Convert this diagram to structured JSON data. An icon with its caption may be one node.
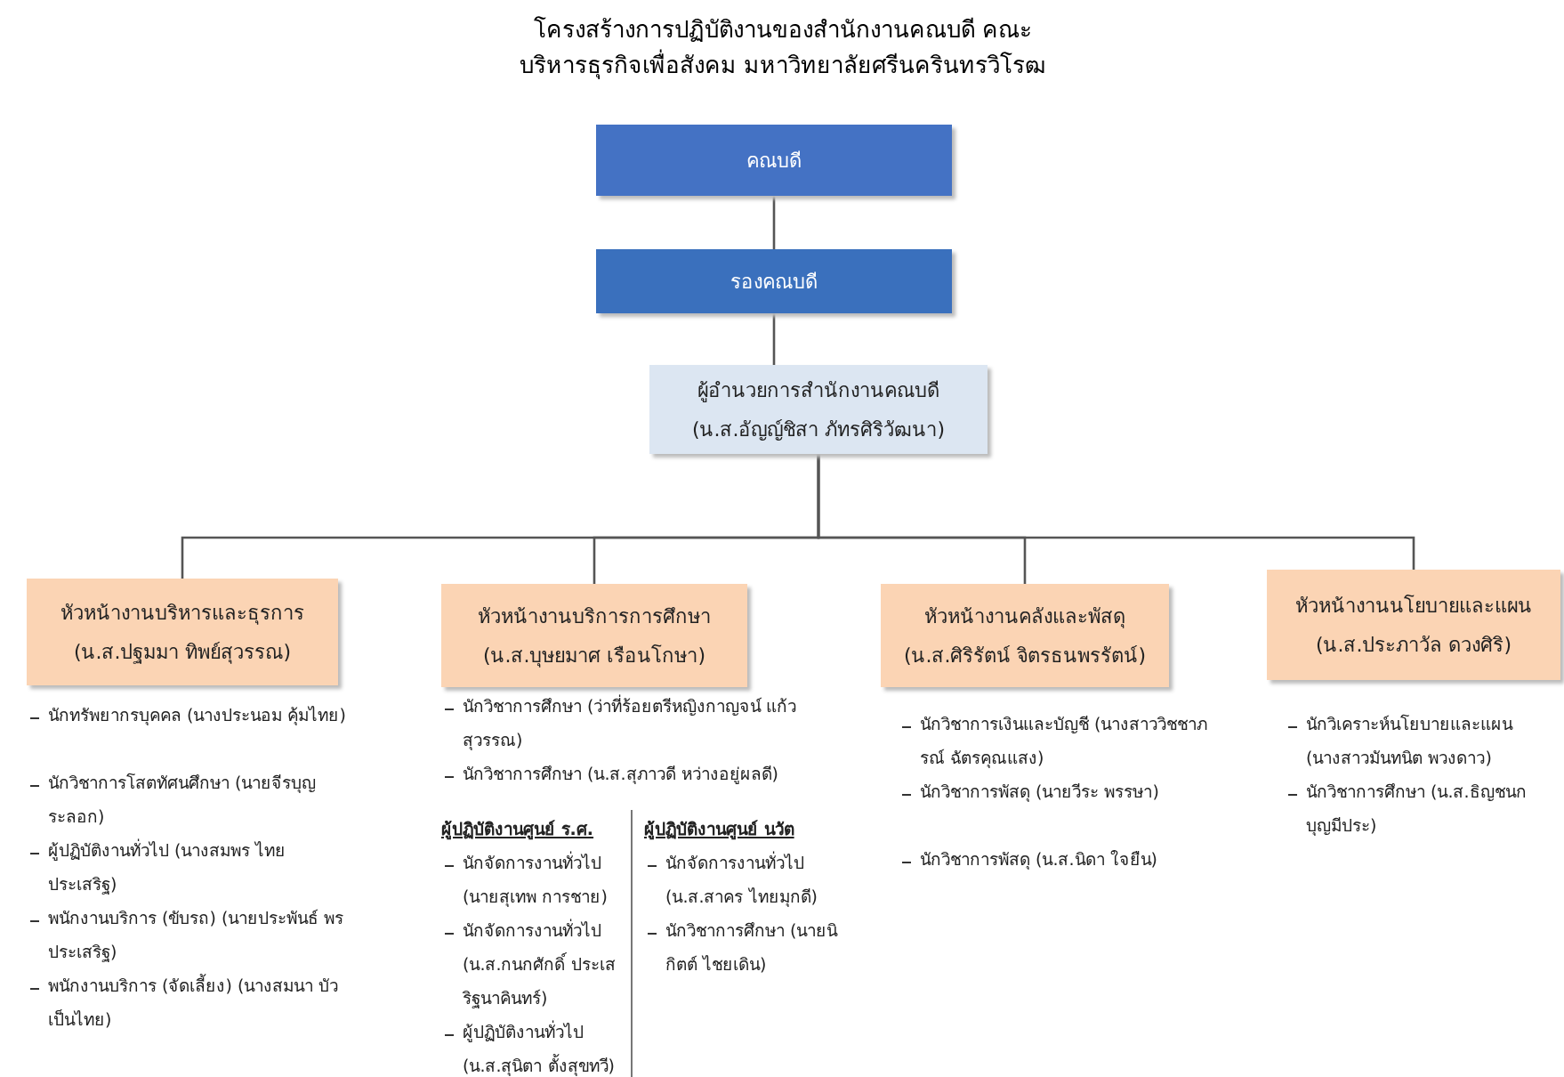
{
  "diagram": {
    "title": "โครงสร้างการปฏิบัติงานของสำนักงานคณบดี คณะบริหารธุรกิจเพื่อสังคม มหาวิทยาลัยศรีนครินทรวิโรฒ",
    "nodes": [
      {
        "text": [
          "คณบดี"
        ]
      },
      {
        "text": [
          "รองคณบดี"
        ]
      },
      {
        "text": [
          "ผู้อำนวยการสำนักงานคณบดี",
          "(น.ส.อัญญ์ชิสา ภัทรศิริวัฒนา)"
        ]
      },
      {
        "text": [
          "หัวหน้างานบริหารและธุรการ",
          "(น.ส.ปฐมมา ทิพย์สุวรรณ)"
        ]
      },
      {
        "text": [
          "หัวหน้างานบริการการศึกษา",
          "(น.ส.บุษยมาศ เรือนโกษา)"
        ]
      },
      {
        "text": [
          "หัวหน้างานคลังและพัสดุ",
          "(น.ส.ศิริรัตน์ จิตรธนพรรัตน์)"
        ]
      },
      {
        "text": [
          "หัวหน้างานนโยบายและแผน",
          "(น.ส.ประภาวัล ดวงศิริ)"
        ]
      }
    ],
    "edges": [
      {
        "from": 0,
        "to": 1,
        "arrow": "none"
      },
      {
        "from": 1,
        "to": 2,
        "arrow": "none"
      },
      {
        "from": 2,
        "to": 3,
        "arrow": "none"
      },
      {
        "from": 2,
        "to": 4,
        "arrow": "none"
      },
      {
        "from": 2,
        "to": 5,
        "arrow": "none"
      },
      {
        "from": 2,
        "to": 6,
        "arrow": "none"
      }
    ],
    "labels": [
      "นักทรัพยากรบุคคล (นางประนอม คุ้มไทย)",
      "นักวิชาการโสตทัศนศึกษา (นายจีรบุญ ระลอก)",
      "ผู้ปฏิบัติงานทั่วไป (นางสมพร ไทยประเสริฐ)",
      "พนักงานบริการ (ขับรถ) (นายประพันธ์ พรประเสริฐ)",
      "พนักงานบริการ (จัดเลี้ยง) (นางสมนา บัวเป็นไทย)",
      "นักวิชาการศึกษา (ว่าที่ร้อยตรีหญิงกาญจน์ แก้วสุวรรณ)",
      "นักวิชาการศึกษา (น.ส.สุภาวดี หว่างอยู่ผลดี)",
      "ผู้ปฏิบัติงานศูนย์ ร.ศ.",
      "นักจัดการงานทั่วไป (นายสุเทพ การชาย)",
      "นักจัดการงานทั่วไป (น.ส.กนกศักดิ์ ประเสริฐนาคินทร์)",
      "ผู้ปฏิบัติงานทั่วไป (น.ส.สุนิตา ตั้งสุขทวี)",
      "ผู้ปฏิบัติงานศูนย์ นวัต",
      "นักจัดการงานทั่วไป (น.ส.สาคร ไทยมุกดี)",
      "นักวิชาการศึกษา (นายนิกิตต์ ไชยเดิน)",
      "นักวิชาการเงินและบัญชี (นางสาววิชชาภรณ์ ฉัตรคุณแสง)",
      "นักวิชาการพัสดุ (นายวีระ พรรษา)",
      "นักวิชาการพัสดุ (น.ส.นิดา ใจยืน)",
      "นักวิเคราะห์นโยบายและแผน (นางสาวมันทนิต พวงดาว)",
      "นักวิชาการศึกษา (น.ส.ธิญชนก บุญมีประ)"
    ]
  }
}
